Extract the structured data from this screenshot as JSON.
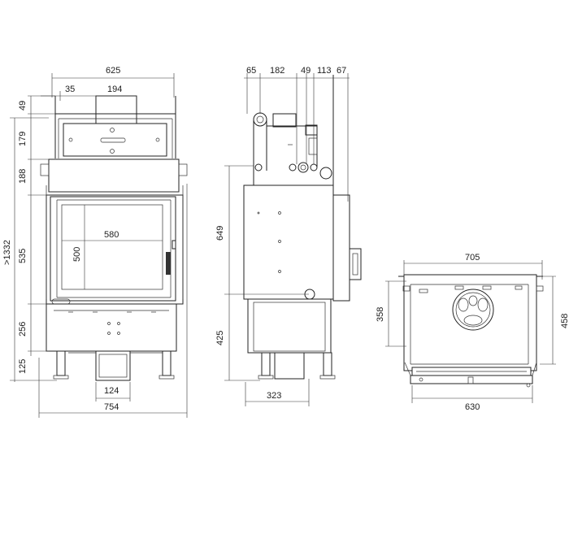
{
  "front_view": {
    "dims": {
      "overall_width": "625",
      "offset_left": "35",
      "flue_width": "194",
      "top_height": "49",
      "upper_box_height": "179",
      "lower_box_height": "188",
      "total_height": ">1332",
      "door_height": "535",
      "glass_width": "580",
      "glass_height": "500",
      "base_height": "256",
      "legs_height": "125",
      "inlet_width": "124",
      "base_width": "754"
    }
  },
  "side_view": {
    "dims": {
      "d65": "65",
      "d182": "182",
      "d49": "49",
      "d113": "113",
      "d67": "67",
      "upper_height": "649",
      "lower_height": "425",
      "depth": "323"
    }
  },
  "top_view": {
    "dims": {
      "width": "705",
      "depth_inner": "358",
      "depth_outer": "458",
      "width_front": "630"
    }
  }
}
